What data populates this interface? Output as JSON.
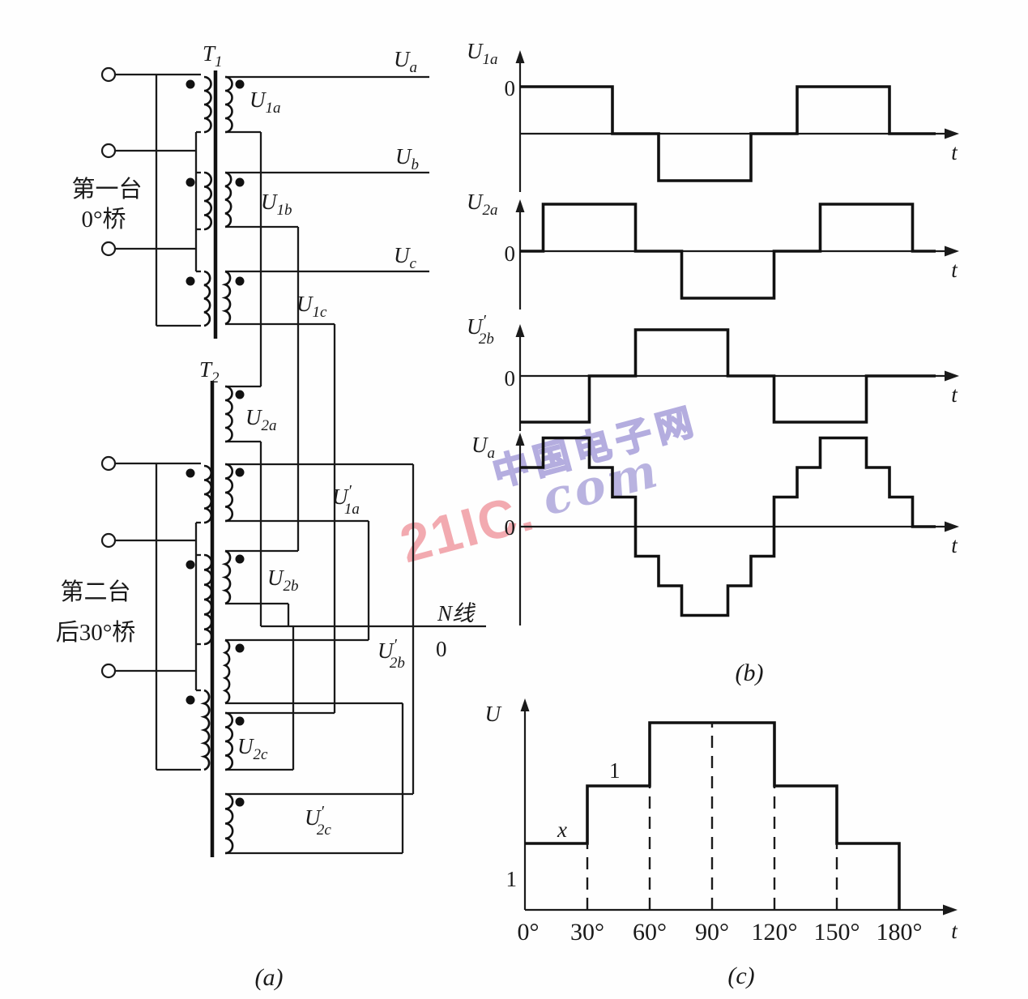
{
  "watermark": {
    "brand": "21IC.",
    "suffix": "com",
    "cn_name": "中国电子网",
    "pink": "#f2aab0",
    "lavender": "#b9b3e0"
  },
  "circuit": {
    "t1": {
      "m": "T",
      "s": "1"
    },
    "t2": {
      "m": "T",
      "s": "2"
    },
    "bridge1": [
      "第一台",
      "0°桥"
    ],
    "bridge2": [
      "第二台",
      "后30°桥"
    ],
    "outputs": {
      "ua": {
        "m": "U",
        "s": "a"
      },
      "ub": {
        "m": "U",
        "s": "b"
      },
      "uc": {
        "m": "U",
        "s": "c"
      }
    },
    "windings": {
      "u1a": {
        "m": "U",
        "s": "1a"
      },
      "u1b": {
        "m": "U",
        "s": "1b"
      },
      "u1c": {
        "m": "U",
        "s": "1c"
      },
      "u2a": {
        "m": "U",
        "s": "2a"
      },
      "u1a_p": {
        "m": "U",
        "s": "1a",
        "p": "′"
      },
      "u2b": {
        "m": "U",
        "s": "2b"
      },
      "u2b_p": {
        "m": "U",
        "s": "2b",
        "p": "′"
      },
      "u2c": {
        "m": "U",
        "s": "2c"
      },
      "u2c_p": {
        "m": "U",
        "s": "2c",
        "p": "′"
      }
    },
    "n_label": "N线",
    "neutral_zero": "0",
    "caption": "(a)"
  },
  "panel_b": {
    "caption": "(b)"
  },
  "chart_data": [
    {
      "type": "step-line",
      "name": {
        "m": "U",
        "s": "1a"
      },
      "zero": "0",
      "xlabel": "t",
      "x_unit": "deg",
      "ylim": [
        -1,
        1
      ],
      "segments": [
        [
          0,
          120,
          1
        ],
        [
          120,
          180,
          0
        ],
        [
          180,
          300,
          -1
        ],
        [
          300,
          360,
          0
        ],
        [
          360,
          480,
          1
        ],
        [
          480,
          540,
          0
        ]
      ]
    },
    {
      "type": "step-line",
      "name": {
        "m": "U",
        "s": "2a"
      },
      "zero": "0",
      "xlabel": "t",
      "x_unit": "deg",
      "ylim": [
        -1,
        1
      ],
      "segments": [
        [
          0,
          30,
          0
        ],
        [
          30,
          150,
          1
        ],
        [
          150,
          210,
          0
        ],
        [
          210,
          330,
          -1
        ],
        [
          330,
          390,
          0
        ],
        [
          390,
          510,
          1
        ],
        [
          510,
          540,
          0
        ]
      ]
    },
    {
      "type": "step-line",
      "name": {
        "m": "U",
        "s": "2b",
        "p": "′"
      },
      "zero": "0",
      "xlabel": "t",
      "x_unit": "deg",
      "ylim": [
        -1,
        1
      ],
      "segments": [
        [
          0,
          90,
          -1
        ],
        [
          90,
          150,
          0
        ],
        [
          150,
          270,
          1
        ],
        [
          270,
          330,
          0
        ],
        [
          330,
          450,
          -1
        ],
        [
          450,
          540,
          0
        ]
      ]
    },
    {
      "type": "step-line",
      "name": {
        "m": "U",
        "s": "a"
      },
      "zero": "0",
      "xlabel": "t",
      "x_unit": "deg",
      "ylim": [
        -3,
        3
      ],
      "segments": [
        [
          0,
          30,
          2
        ],
        [
          30,
          90,
          3
        ],
        [
          90,
          120,
          2
        ],
        [
          120,
          150,
          1
        ],
        [
          150,
          180,
          -1
        ],
        [
          180,
          210,
          -2
        ],
        [
          210,
          270,
          -3
        ],
        [
          270,
          300,
          -2
        ],
        [
          300,
          330,
          -1
        ],
        [
          330,
          360,
          1
        ],
        [
          360,
          390,
          2
        ],
        [
          390,
          450,
          3
        ],
        [
          450,
          480,
          2
        ],
        [
          480,
          510,
          1
        ],
        [
          510,
          540,
          0
        ]
      ]
    },
    {
      "type": "step",
      "ylabel": "U",
      "xlabel": "t",
      "x_ticks": [
        "0°",
        "30°",
        "60°",
        "90°",
        "120°",
        "150°",
        "180°"
      ],
      "segments": [
        [
          0,
          30,
          1
        ],
        [
          30,
          60,
          2
        ],
        [
          60,
          120,
          3
        ],
        [
          120,
          150,
          2
        ],
        [
          150,
          180,
          1
        ]
      ],
      "dashed_at_deg": [
        30,
        60,
        90,
        120,
        150
      ],
      "annotations": {
        "first_step": "x",
        "second_step": "1",
        "left_axis": "1"
      },
      "caption": "(c)"
    }
  ]
}
